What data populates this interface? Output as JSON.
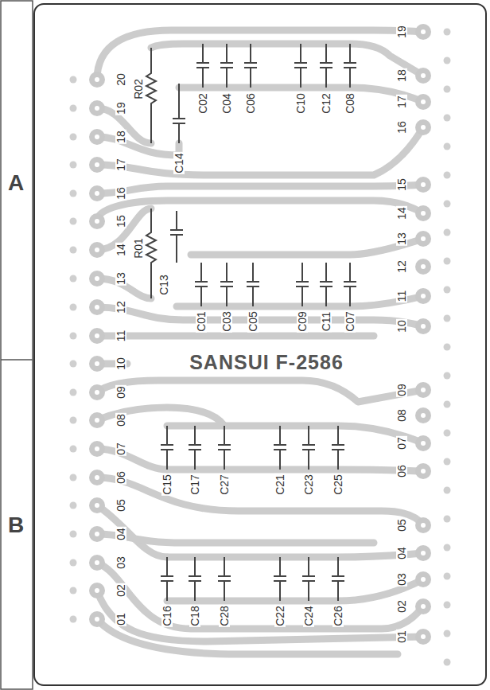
{
  "diagram": {
    "labels": [
      "A",
      "B",
      "20",
      "19",
      "18",
      "17",
      "16",
      "15",
      "14",
      "13",
      "12",
      "11",
      "10",
      "09",
      "08",
      "07",
      "06",
      "05",
      "04",
      "03",
      "02",
      "01",
      "19",
      "18",
      "17",
      "16",
      "15",
      "14",
      "13",
      "12",
      "11",
      "10",
      "09",
      "08",
      "07",
      "06",
      "05",
      "04",
      "03",
      "02",
      "01",
      "R02",
      "C14",
      "C02",
      "C04",
      "C06",
      "C10",
      "C12",
      "C08",
      "R01",
      "C13",
      "C01",
      "C03",
      "C05",
      "C09",
      "C11",
      "C07",
      "SANSUI F-2586",
      "C15",
      "C17",
      "C27",
      "C21",
      "C23",
      "C25",
      "C16",
      "C18",
      "C28",
      "C22",
      "C24",
      "C26"
    ]
  }
}
